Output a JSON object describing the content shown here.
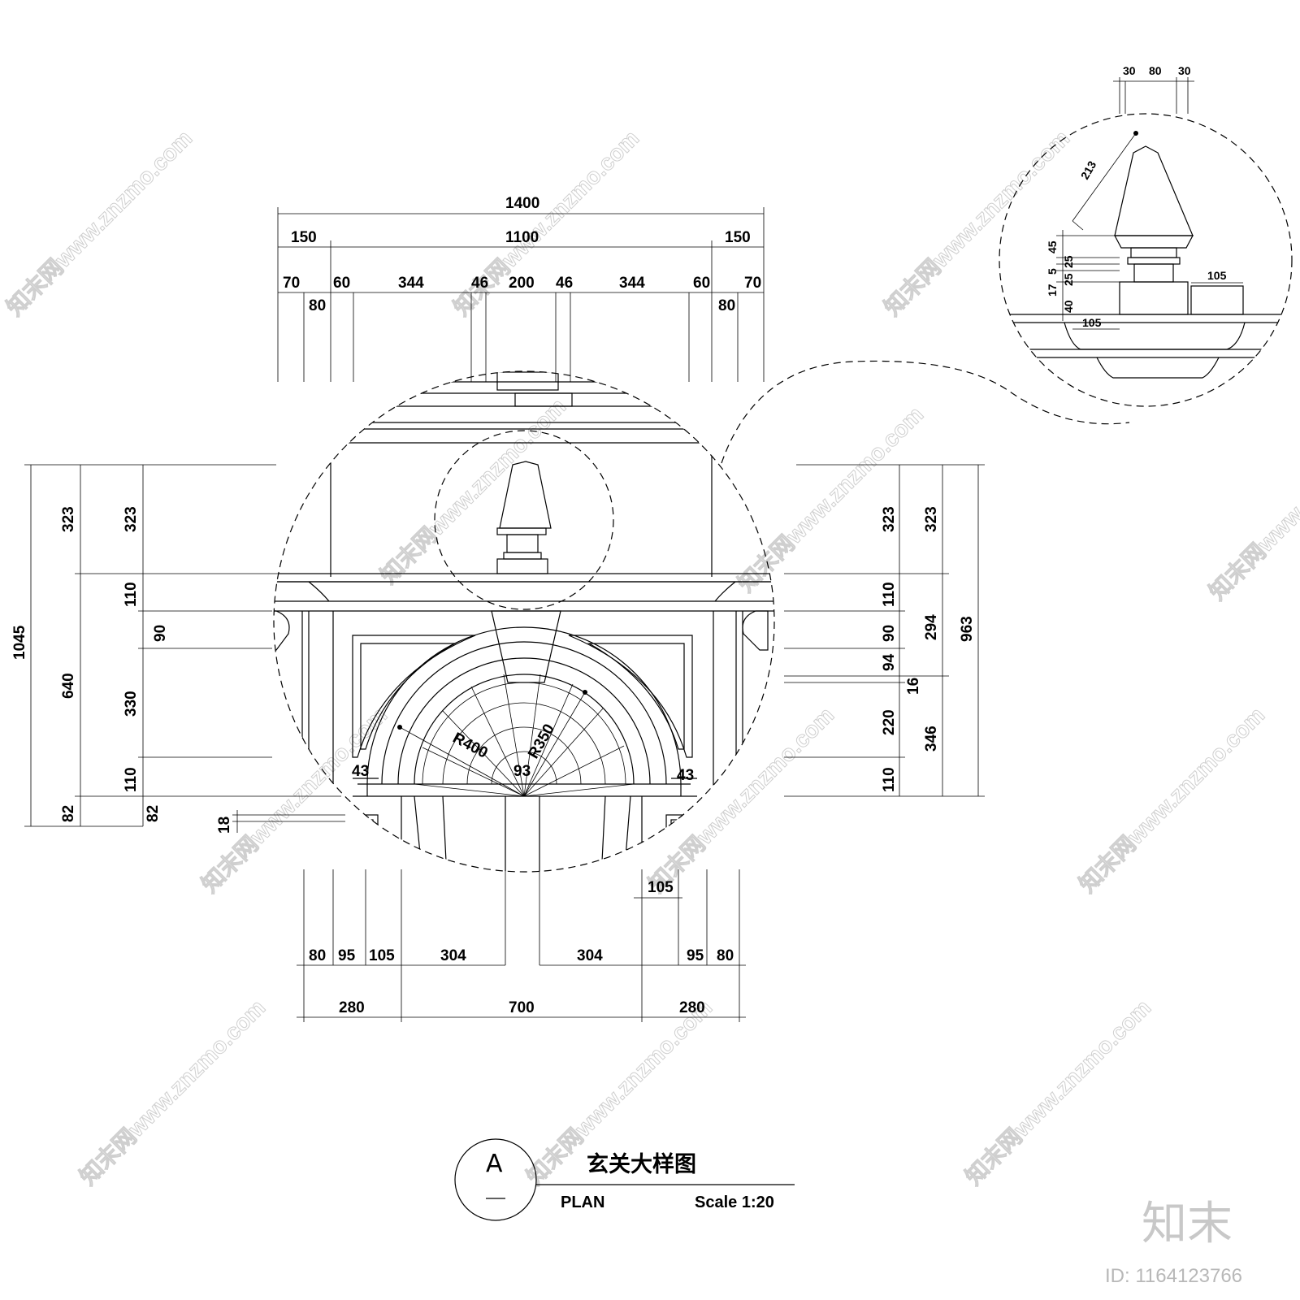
{
  "drawing": {
    "title": "玄关大样图",
    "symbol_letter": "A",
    "view": "PLAN",
    "scale": "Scale 1:20"
  },
  "dimensions": {
    "top_total": "1400",
    "top_row2": [
      "150",
      "1100",
      "150"
    ],
    "top_row3": [
      "70",
      "60",
      "344",
      "46",
      "200",
      "46",
      "344",
      "60",
      "70"
    ],
    "top_row3_sub": [
      "80",
      "80"
    ],
    "left_outer": [
      "1045"
    ],
    "left_mid": [
      "323",
      "640",
      "82"
    ],
    "left_inner": [
      "323",
      "110",
      "90",
      "330",
      "110",
      "82"
    ],
    "left_small": "18",
    "right_inner": [
      "323",
      "110",
      "90",
      "94",
      "16",
      "220",
      "110"
    ],
    "right_mid": [
      "323",
      "294",
      "346"
    ],
    "right_outer": [
      "963"
    ],
    "radii": [
      "R400",
      "R350"
    ],
    "arch_center": "93",
    "arch_side": [
      "43",
      "43"
    ],
    "bottom_row1": [
      "80",
      "95",
      "105",
      "304",
      "304",
      "95",
      "80"
    ],
    "bottom_extra": "105",
    "bottom_row2": [
      "280",
      "700",
      "280"
    ],
    "detail_top": [
      "30",
      "80",
      "30"
    ],
    "detail_slant": "213",
    "detail_left": [
      "45",
      "25",
      "17",
      "5",
      "25",
      "40"
    ],
    "detail_side": "105",
    "detail_bottom": "105"
  },
  "watermark": {
    "text": "知末网www.znzmo.com",
    "logo": "知末",
    "id": "ID: 1164123766"
  }
}
